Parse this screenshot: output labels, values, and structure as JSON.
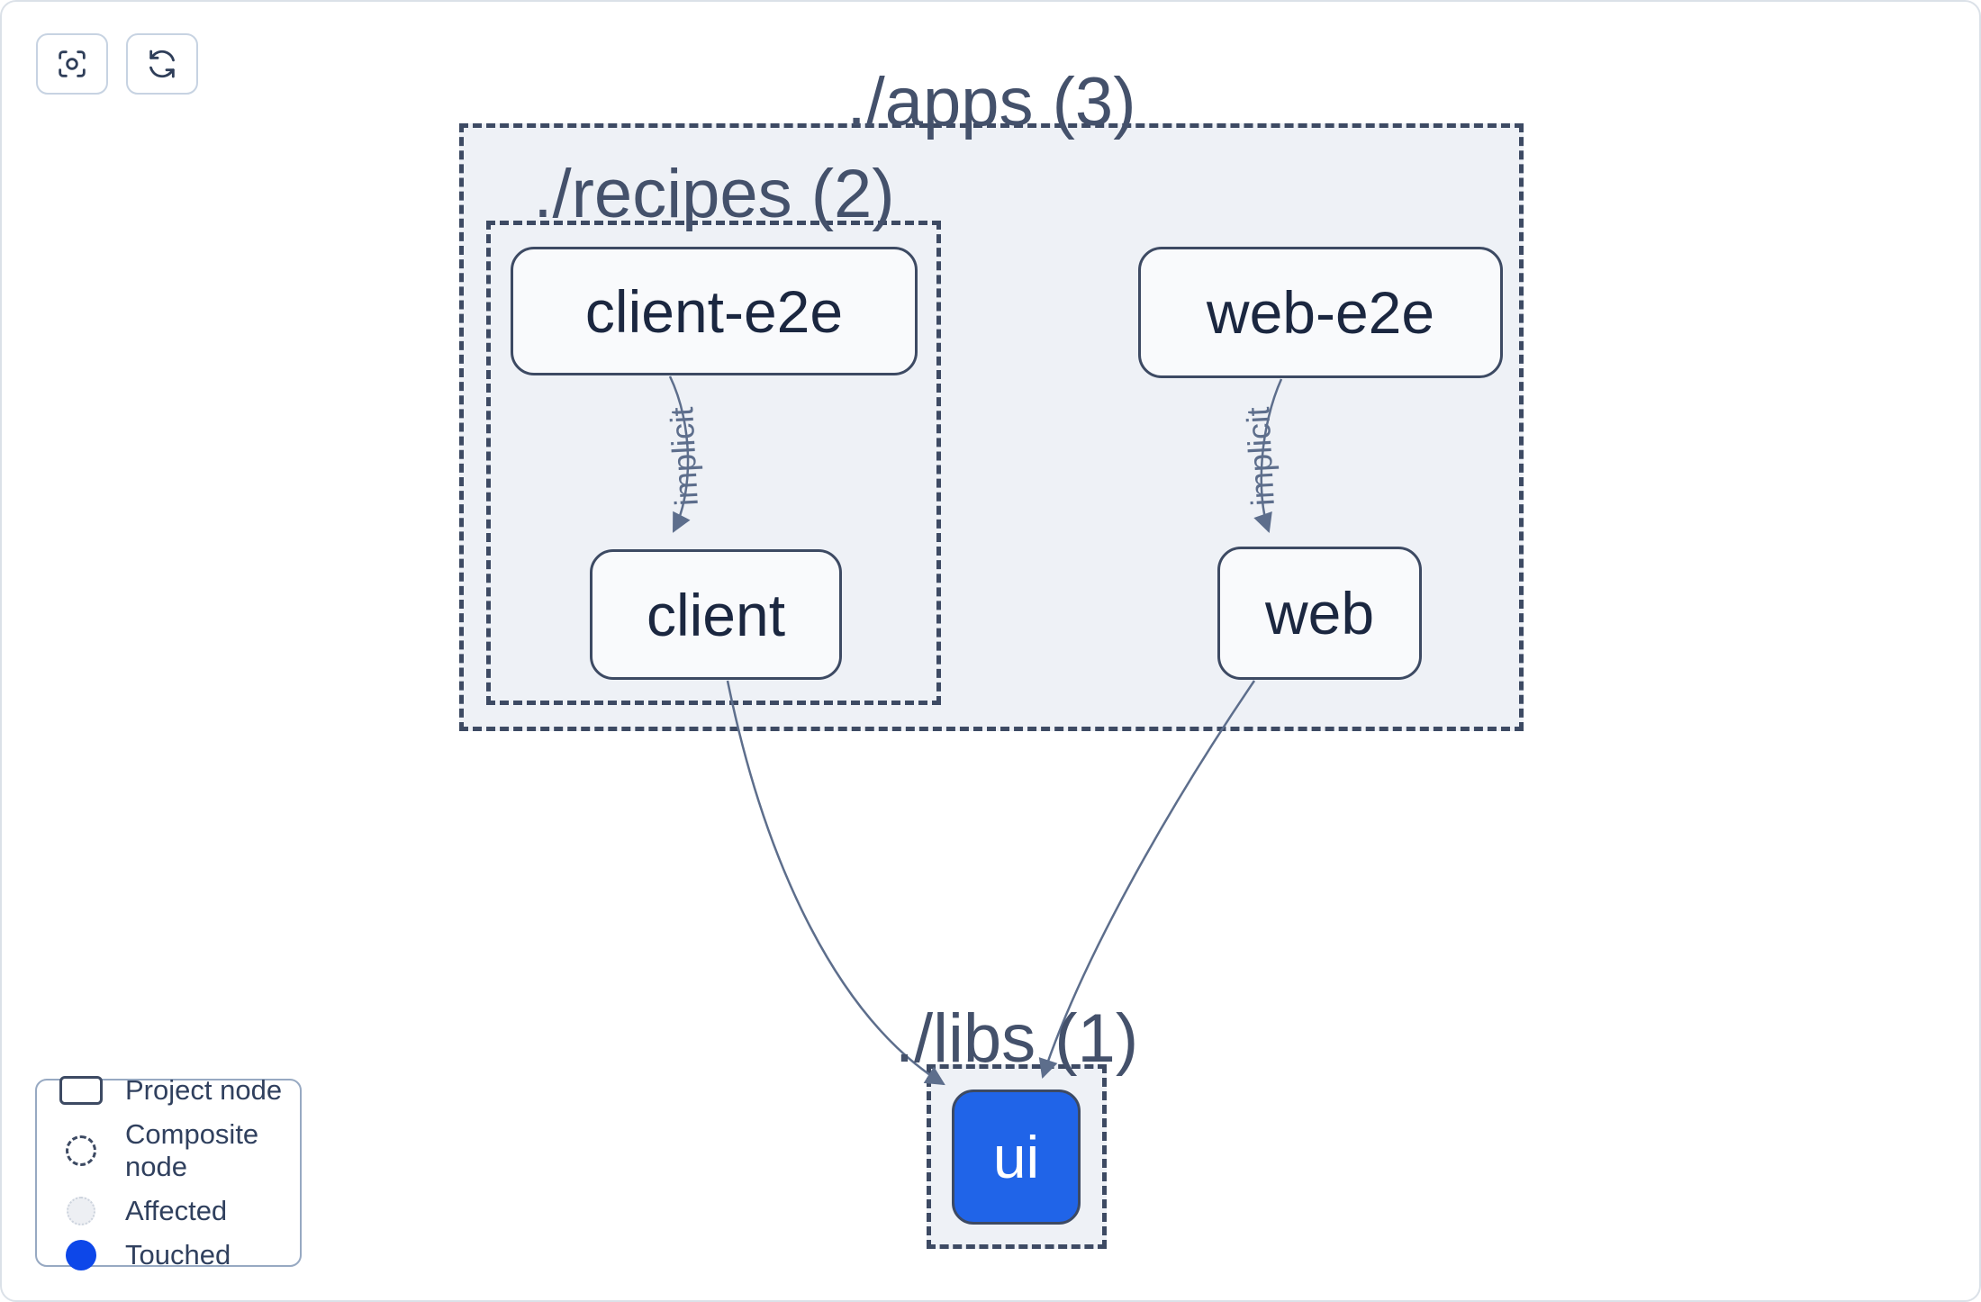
{
  "toolbar": {
    "buttons": [
      {
        "id": "focus",
        "icon": "focus-crosshair-icon"
      },
      {
        "id": "refresh",
        "icon": "refresh-cycle-icon"
      }
    ]
  },
  "graph": {
    "groups": [
      {
        "id": "apps",
        "label": "./apps (3)",
        "count": 3
      },
      {
        "id": "recipes",
        "label": "./recipes (2)",
        "count": 2
      },
      {
        "id": "libs",
        "label": "./libs (1)",
        "count": 1
      }
    ],
    "nodes": [
      {
        "id": "client-e2e",
        "label": "client-e2e",
        "state": "project"
      },
      {
        "id": "web-e2e",
        "label": "web-e2e",
        "state": "project"
      },
      {
        "id": "client",
        "label": "client",
        "state": "project"
      },
      {
        "id": "web",
        "label": "web",
        "state": "project"
      },
      {
        "id": "ui",
        "label": "ui",
        "state": "touched"
      }
    ],
    "edges": [
      {
        "source": "client-e2e",
        "target": "client",
        "label": "implicit"
      },
      {
        "source": "web-e2e",
        "target": "web",
        "label": "implicit"
      },
      {
        "source": "client",
        "target": "ui",
        "label": ""
      },
      {
        "source": "web",
        "target": "ui",
        "label": ""
      }
    ]
  },
  "legend": {
    "items": [
      {
        "label": "Project node",
        "swatch": "project-node"
      },
      {
        "label": "Composite node",
        "swatch": "composite-node"
      },
      {
        "label": "Affected",
        "swatch": "affected"
      },
      {
        "label": "Touched",
        "swatch": "touched"
      }
    ]
  },
  "colors": {
    "touched_node_blue": "#2064e8",
    "legend_touched_blue": "#0d47e9",
    "affected_fill": "#edeff3",
    "group_fill": "#eef1f6",
    "dashed_border": "#3d4a63",
    "edge": "#5d6e8c"
  }
}
